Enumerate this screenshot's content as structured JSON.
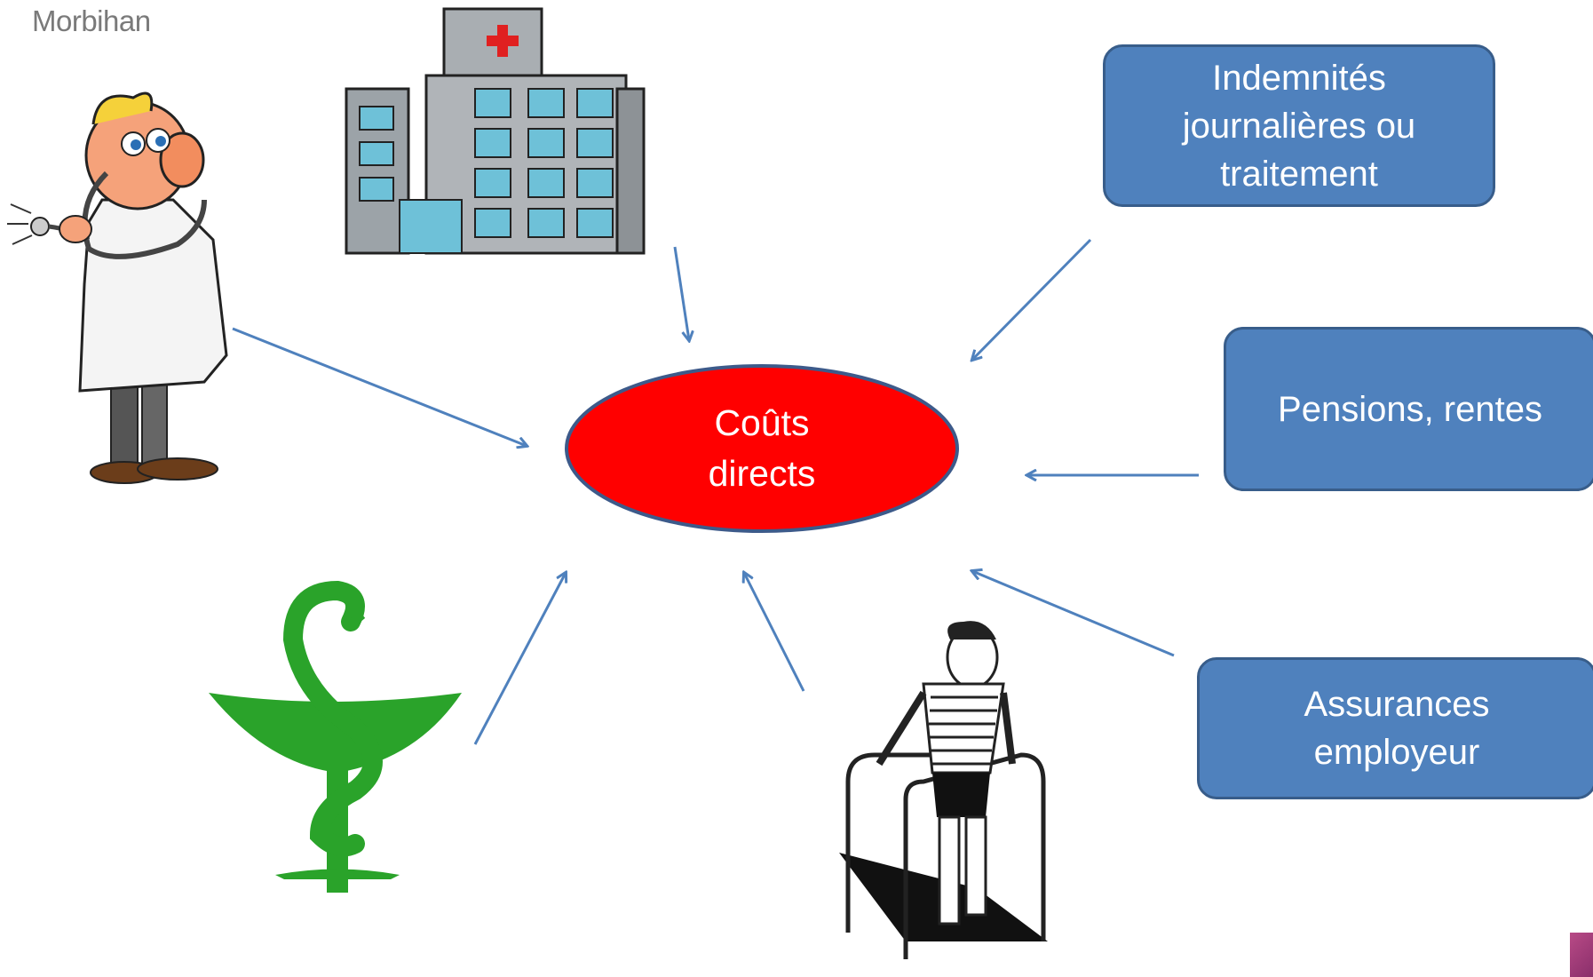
{
  "header": {
    "text": "Morbihan"
  },
  "center": {
    "label_line1": "Coûts",
    "label_line2": "directs",
    "fill": "#ff0000",
    "stroke": "#3d5a8a"
  },
  "boxes": {
    "indemnites": {
      "line1": "Indemnités",
      "line2": "journalières ou",
      "line3": "traitement"
    },
    "pensions": {
      "line1": "Pensions, rentes"
    },
    "assurances": {
      "line1": "Assurances",
      "line2": "employeur"
    }
  },
  "icons": {
    "doctor": "doctor-icon",
    "hospital": "hospital-icon",
    "pharmacy": "pharmacy-caduceus-icon",
    "rehabilitation": "rehabilitation-walker-icon"
  },
  "colors": {
    "box_fill": "#4f81bd",
    "box_border": "#385d8a",
    "arrow": "#4f81bd",
    "pharmacy_green": "#2aa32a"
  }
}
